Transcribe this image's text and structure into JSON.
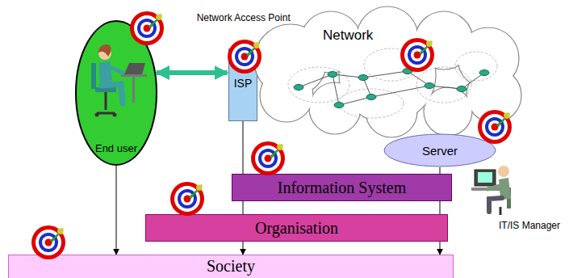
{
  "diagram": {
    "nodes": [
      {
        "text": [
          "End user"
        ]
      },
      {
        "text": [
          "Network Access Point",
          "ISP"
        ]
      },
      {
        "text": [
          "Network"
        ]
      },
      {
        "text": [
          "Server"
        ]
      },
      {
        "text": [
          "Information System"
        ]
      },
      {
        "text": [
          "Organisation"
        ]
      },
      {
        "text": [
          "Society"
        ]
      }
    ],
    "edges": [
      {
        "from": 0,
        "to": 1,
        "arrow": "both"
      },
      {
        "from": 0,
        "to": 6,
        "arrow": "to"
      },
      {
        "from": 1,
        "to": 6,
        "arrow": "to"
      },
      {
        "from": 3,
        "to": 6,
        "arrow": "to"
      }
    ],
    "labels": [
      "IT/IS Manager"
    ]
  }
}
